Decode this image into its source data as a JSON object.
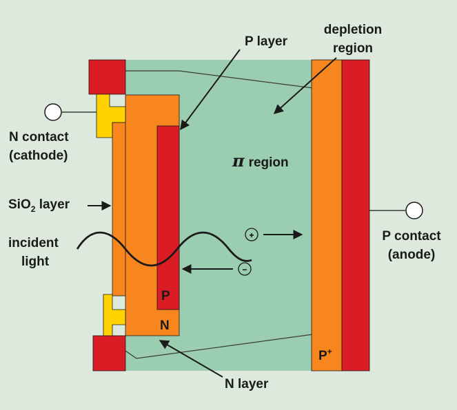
{
  "labels": {
    "p_layer": "P layer",
    "depletion_line1": "depletion",
    "depletion_line2": "region",
    "n_contact_line1": "N contact",
    "n_contact_line2": "(cathode)",
    "pi_symbol": "π",
    "pi_region": "region",
    "sio2_prefix": "SiO",
    "sio2_sub": "2",
    "sio2_suffix": " layer",
    "incident_line1": "incident",
    "incident_line2": "light",
    "p_contact_line1": "P contact",
    "p_contact_line2": "(anode)",
    "p_region": "P",
    "n_region": "N",
    "p_plus": "P",
    "p_plus_sup": "+",
    "n_layer": "N layer",
    "plus_sign": "+",
    "minus_sign": "−"
  },
  "colors": {
    "background": "#dde9dd",
    "pi_region": "#9bcdb0",
    "orange_layer": "#f7861f",
    "red_layer": "#da1c25",
    "yellow_contact": "#ffd200",
    "outline": "#1a1a1a"
  },
  "icons": {
    "n_contact_terminal": "circle-terminal-icon",
    "p_contact_terminal": "circle-terminal-icon",
    "hole_carrier": "plus-circle-icon",
    "electron_carrier": "minus-circle-icon"
  }
}
